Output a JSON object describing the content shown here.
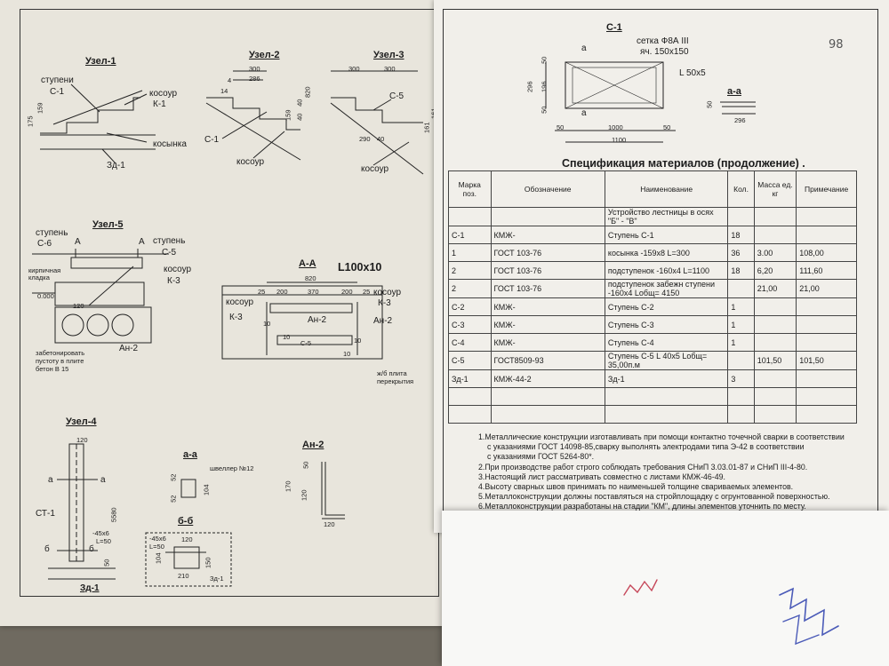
{
  "left": {
    "uzel1": {
      "title": "Узел-1",
      "labels": [
        "ступени",
        "С-1",
        "косоур",
        "К-1",
        "косынка",
        "Зд-1"
      ],
      "dims": [
        "175",
        "159"
      ]
    },
    "uzel2": {
      "title": "Узел-2",
      "labels": [
        "С-1",
        "косоур"
      ],
      "dims": [
        "300",
        "286",
        "4",
        "14",
        "159",
        "40",
        "40",
        "820"
      ]
    },
    "uzel3": {
      "title": "Узел-3",
      "labels": [
        "С-5",
        "косоур"
      ],
      "dims": [
        "300",
        "300",
        "290",
        "40",
        "161",
        "161"
      ]
    },
    "uzel5": {
      "title": "Узел-5",
      "labels": [
        "ступень",
        "С-6",
        "А",
        "А",
        "ступень",
        "С-5",
        "кирпичная кладка",
        "косоур",
        "К-3",
        "0.000",
        "120",
        "Ан-2",
        "забетонировать пустоту в плите бетон В 15"
      ]
    },
    "aa": {
      "title": "А-А",
      "profile": "L100x10",
      "dims": [
        "820",
        "25",
        "200",
        "370",
        "200",
        "25",
        "10",
        "10",
        "10",
        "10"
      ],
      "labels": [
        "косоур",
        "К-3",
        "косоур",
        "К-3",
        "Ан-2",
        "Ан-2",
        "С-5",
        "ж/б плита перекрытия"
      ]
    },
    "uzel4": {
      "title": "Узел-4",
      "labels": [
        "а",
        "а",
        "СТ-1",
        "б",
        "б",
        "Зд-1",
        "-45x6",
        "L=50"
      ],
      "dims": [
        "120",
        "5580",
        "50"
      ]
    },
    "sec_a": {
      "title": "а-а",
      "labels": [
        "швеллер №12"
      ],
      "dims": [
        "52",
        "52",
        "104"
      ]
    },
    "sec_b": {
      "title": "б-б",
      "labels": [
        "-45x6",
        "L=50",
        "Зд-1"
      ],
      "dims": [
        "120",
        "104",
        "150",
        "210"
      ]
    },
    "an2": {
      "title": "Ан-2",
      "dims": [
        "50",
        "170",
        "120",
        "120"
      ]
    }
  },
  "right": {
    "c1": {
      "title": "С-1",
      "mesh": "сетка Ф8А III",
      "cell": "яч. 150х150",
      "angle": "L 50x5",
      "marks": [
        "а",
        "а"
      ],
      "dims": [
        "296",
        "196",
        "50",
        "50",
        "50",
        "1000",
        "50",
        "1100"
      ],
      "section": {
        "title": "а-а",
        "dims": [
          "50",
          "296"
        ]
      }
    },
    "page_number": "98",
    "spec_title": "Спецификация материалов (продолжение) .",
    "table": {
      "headers": [
        "Марка поз.",
        "Обозначение",
        "Наименование",
        "Кол.",
        "Масса ед. кг",
        "Примечание"
      ],
      "rows": [
        [
          "",
          "",
          "Устройство лестницы в осях \"Б\" - \"В\"",
          "",
          "",
          ""
        ],
        [
          "С-1",
          "КМЖ-",
          "Ступень С-1",
          "18",
          "",
          ""
        ],
        [
          "1",
          "ГОСТ 103-76",
          "косынка -159х8 L=300",
          "36",
          "3.00",
          "108,00"
        ],
        [
          "2",
          "ГОСТ 103-76",
          "подступенок -160х4 L=1100",
          "18",
          "6,20",
          "111,60"
        ],
        [
          "2",
          "ГОСТ 103-76",
          "подступенок забежн ступени -160х4 Lобщ= 4150",
          "",
          "21,00",
          "21,00"
        ],
        [
          "С-2",
          "КМЖ-",
          "Ступень С-2",
          "1",
          "",
          ""
        ],
        [
          "С-3",
          "КМЖ-",
          "Ступень С-3",
          "1",
          "",
          ""
        ],
        [
          "С-4",
          "КМЖ-",
          "Ступень С-4",
          "1",
          "",
          ""
        ],
        [
          "С-5",
          "ГОСТ8509-93",
          "Ступень С-5 L 40x5 Lобщ= 35,00п.м",
          "",
          "101,50",
          "101,50"
        ],
        [
          "Зд-1",
          "КМЖ-44-2",
          "Зд-1",
          "3",
          "",
          ""
        ],
        [
          "",
          "",
          "",
          "",
          "",
          ""
        ],
        [
          "",
          "",
          "",
          "",
          "",
          ""
        ]
      ]
    },
    "notes": [
      "1.Металлические конструкции изготавливать при помощи контактно точечной сварки в соответствии",
      "с указаниями ГОСТ 14098-85,сварку выполнять электродами типа Э-42 в соответствии",
      "с указаниями ГОСТ 5264-80*.",
      "2.При производстве работ строго соблюдать требования СНиП 3.03.01-87 и СНиП III-4-80.",
      "3.Настоящий лист рассматривать совместно с листами КМЖ-46-49.",
      "4.Высоту сварных швов принимать по наименьшей толщине свариваемых элементов.",
      "5.Металлоконструкции должны поставляться на стройплощадку с огрунтованной поверхностью.",
      "6.Металлоконструкции разработаны на стадии \"КМ\", длины элементов уточнить по месту."
    ]
  }
}
